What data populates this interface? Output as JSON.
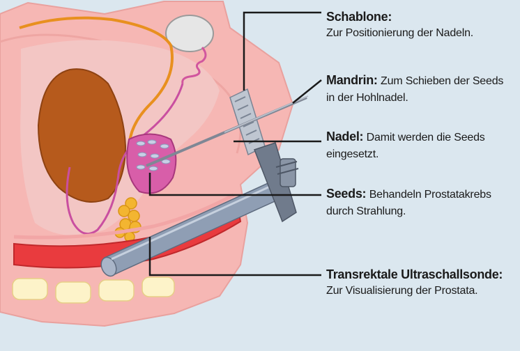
{
  "colors": {
    "background": "#dbe7ef",
    "skin": "#f6b7b4",
    "bladder": "#b65a1c",
    "prostate": "#d85ea9",
    "seeds": "#c9cfe6",
    "rectum": "#e93b3e",
    "urethra": "#e8901f",
    "probe": "#8f9eb4",
    "leader_line": "#1a1a1a"
  },
  "labels": [
    {
      "id": "template",
      "title": "Schablone:",
      "desc": "Zur Positionierung der Nadeln.",
      "inline": false
    },
    {
      "id": "stylet",
      "title": "Mandrin:",
      "desc_inline": "Zum Schieben der Seeds",
      "desc": "in der Hohlnadel.",
      "inline": true
    },
    {
      "id": "needle",
      "title": "Nadel:",
      "desc_inline": "Damit werden die Seeds",
      "desc": "eingesetzt.",
      "inline": true
    },
    {
      "id": "seeds",
      "title": "Seeds:",
      "desc_inline": "Behandeln Prostatakrebs",
      "desc": "durch Strahlung.",
      "inline": true
    },
    {
      "id": "probe",
      "title": "Transrektale Ultraschallsonde:",
      "desc": "Zur Visualisierung der Prostata.",
      "inline": false
    }
  ]
}
